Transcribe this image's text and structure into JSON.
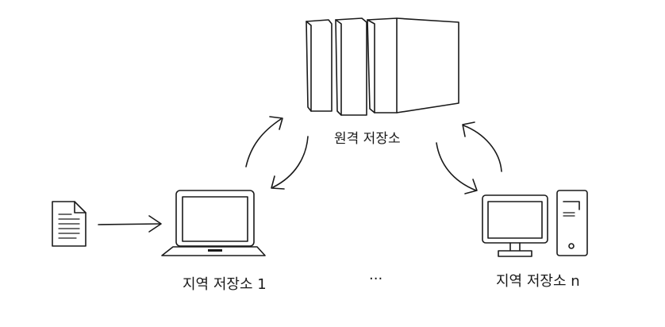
{
  "labels": {
    "remote": "원격 저장소",
    "local_1": "지역 저장소 1",
    "local_n": "지역 저장소 n",
    "ellipsis": "..."
  }
}
